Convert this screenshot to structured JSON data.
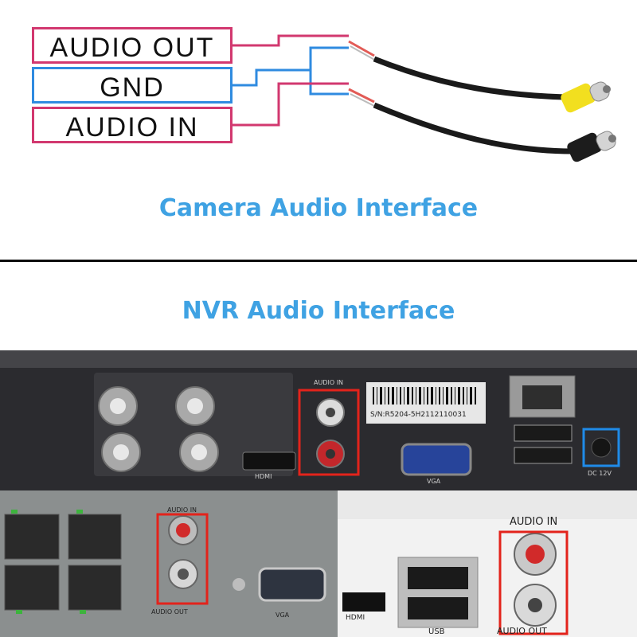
{
  "diagram": {
    "labels": {
      "audio_out": "AUDIO OUT",
      "gnd": "GND",
      "audio_in": "AUDIO IN"
    },
    "colors": {
      "audio_out": "#d2386f",
      "gnd": "#2f8be0",
      "audio_in": "#d2386f",
      "cable_rca": "#f2df1f"
    },
    "title": "Camera Audio Interface"
  },
  "nvr": {
    "title": "NVR Audio Interface",
    "photo1": {
      "audio_in_label": "AUDIO IN",
      "serial": "S/N:R5204-5H2112110031",
      "vga_label": "VGA",
      "dc_label": "DC 12V",
      "hdmi_label": "HDMI"
    },
    "photo2": {
      "audio_in_label": "AUDIO IN",
      "audio_out_label": "AUDIO OUT",
      "vga_label": "VGA"
    },
    "photo3": {
      "audio_in_label": "AUDIO IN",
      "audio_out_label": "AUDIO OUT",
      "usb_label": "USB",
      "hdmi_label": "HDMI"
    },
    "highlight_colors": {
      "audio": "#e3231b",
      "power": "#1f8be8"
    }
  }
}
